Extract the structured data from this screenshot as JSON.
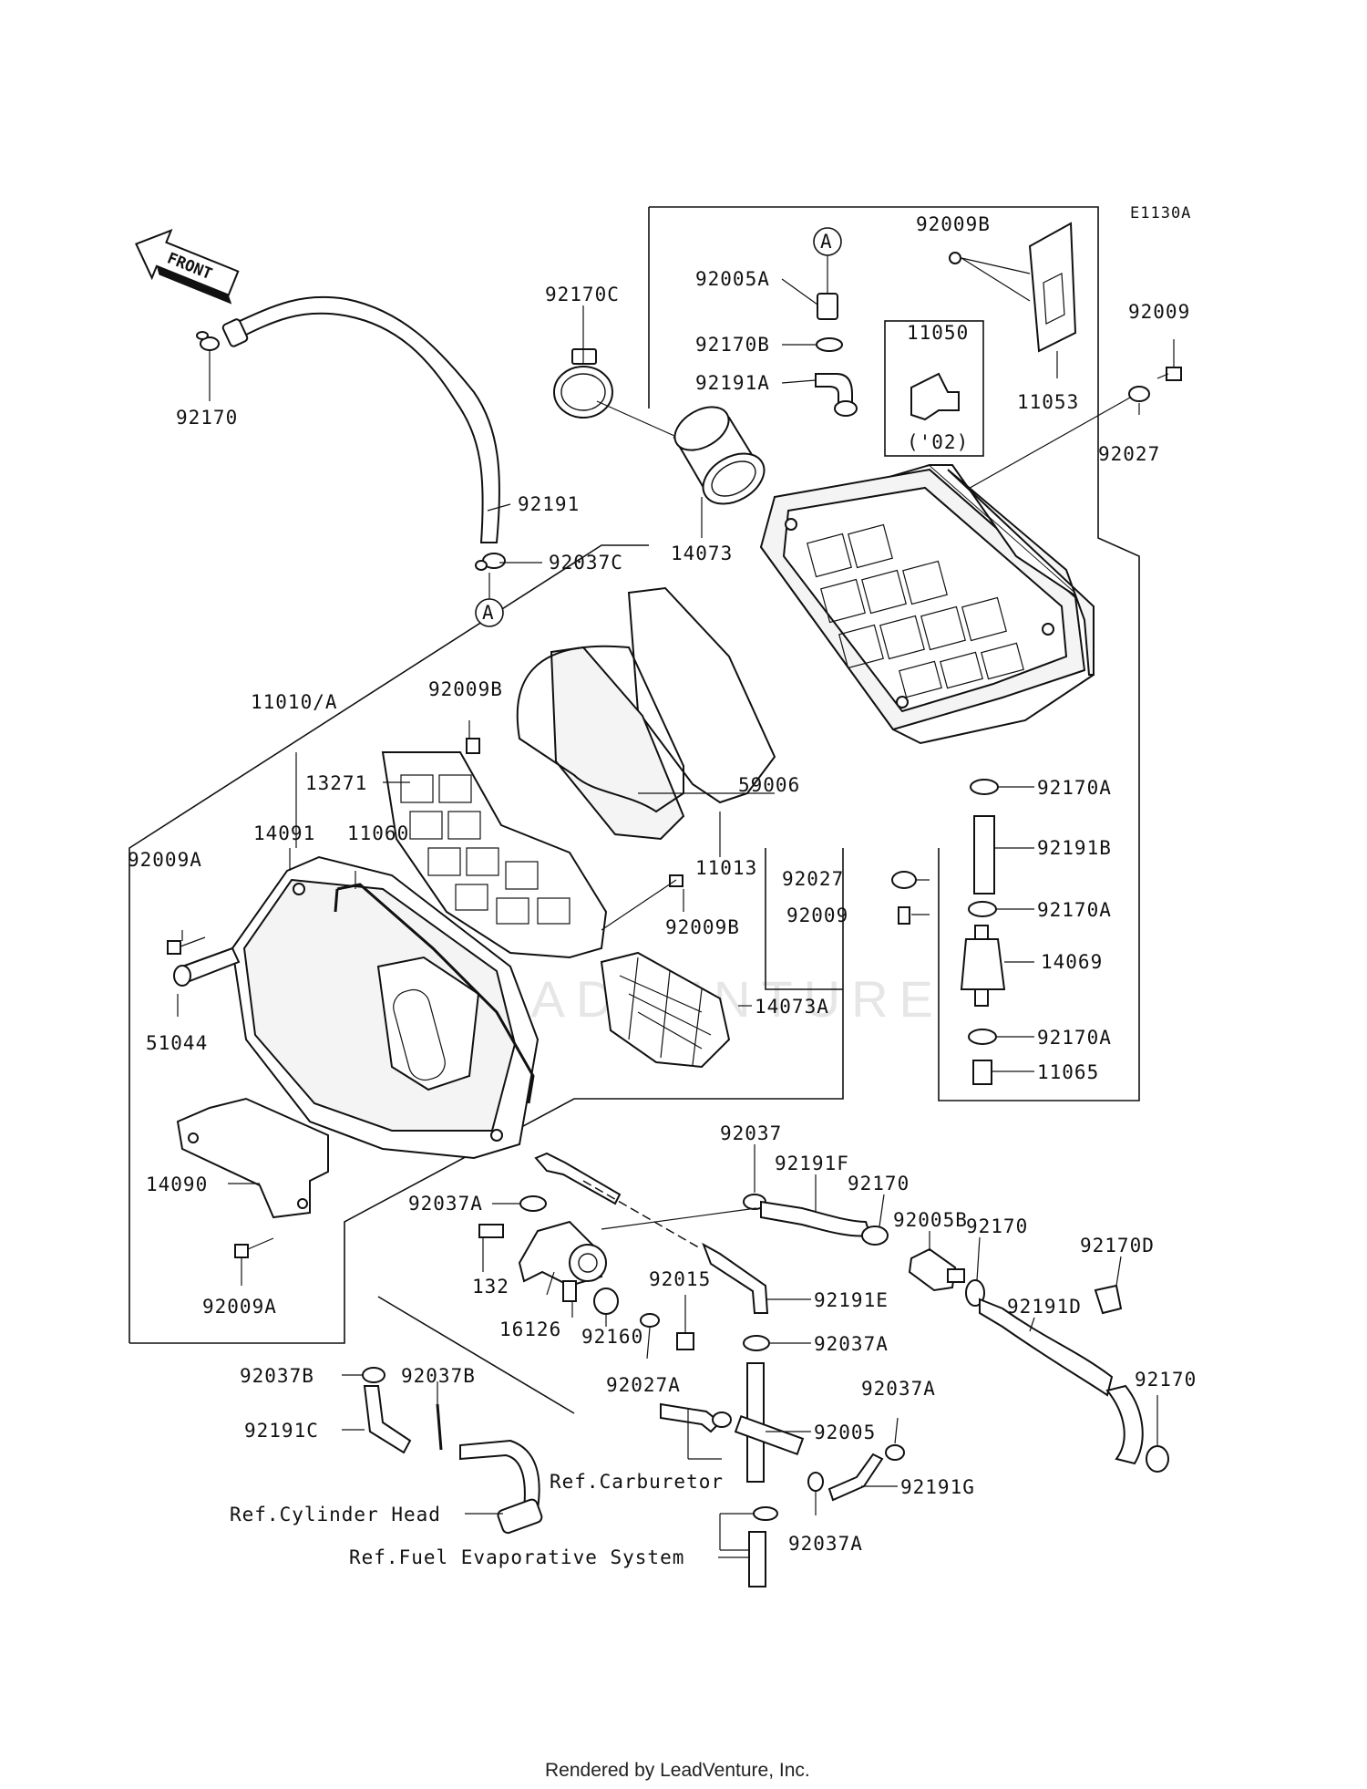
{
  "diagram_code": "E1130A",
  "front_label": "FRONT",
  "callout_a": "A",
  "footer": "Rendered by LeadVenture, Inc.",
  "watermark": "LEADVENTURE",
  "labels": {
    "p92170_top": "92170",
    "p92191": "92191",
    "p92037C": "92037C",
    "p92170C": "92170C",
    "p92005A": "92005A",
    "p92170B": "92170B",
    "p92191A": "92191A",
    "p14073": "14073",
    "p11050": "11050",
    "p02": "('02)",
    "p92009B_top": "92009B",
    "p11053": "11053",
    "p92009_top": "92009",
    "p92027_top": "92027",
    "p11010A": "11010/A",
    "p92009B_mid": "92009B",
    "p13271": "13271",
    "p59006": "59006",
    "p11013": "11013",
    "p92009B_low": "92009B",
    "p92009A_1": "92009A",
    "p14091": "14091",
    "p11060": "11060",
    "p51044": "51044",
    "p14073A": "14073A",
    "p14090": "14090",
    "p92009A_2": "92009A",
    "p92170A_1": "92170A",
    "p92191B": "92191B",
    "p92027_mid": "92027",
    "p92170A_2": "92170A",
    "p92009_mid": "92009",
    "p14069": "14069",
    "p92170A_3": "92170A",
    "p11065": "11065",
    "p92037_top": "92037",
    "p92191F": "92191F",
    "p92170_mid": "92170",
    "p92005B": "92005B",
    "p92170_r": "92170",
    "p92170D": "92170D",
    "p92037A_1": "92037A",
    "p132": "132",
    "p16126": "16126",
    "p92160": "92160",
    "p92015": "92015",
    "p92191E": "92191E",
    "p92037A_2": "92037A",
    "p92191D": "92191D",
    "p92037B_1": "92037B",
    "p92037B_2": "92037B",
    "p92027A": "92027A",
    "p92037A_3": "92037A",
    "p92005": "92005",
    "p92191C": "92191C",
    "p92191G": "92191G",
    "p92170_br": "92170",
    "p92037A_4": "92037A"
  },
  "refs": {
    "carburetor": "Ref.Carburetor",
    "cylinder_head": "Ref.Cylinder Head",
    "fuel_evap": "Ref.Fuel Evaporative System"
  }
}
